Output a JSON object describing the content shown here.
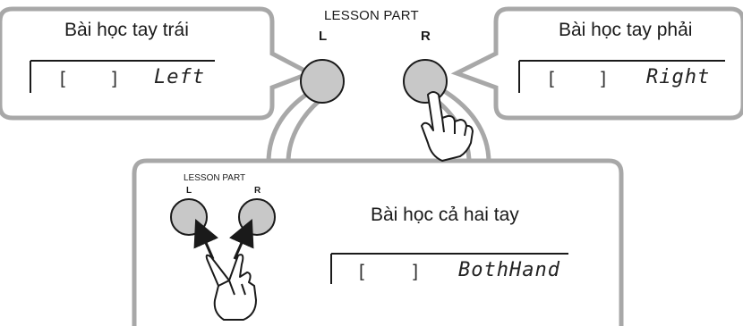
{
  "panel_header": {
    "title": "LESSON PART",
    "left_key": "L",
    "right_key": "R"
  },
  "left_callout": {
    "title": "Bài học tay trái",
    "display_open": "[",
    "display_close": "]",
    "display_text": "Left"
  },
  "right_callout": {
    "title": "Bài học tay phải",
    "display_open": "[",
    "display_close": "]",
    "display_text": "Right"
  },
  "both_callout": {
    "header_title": "LESSON PART",
    "left_key": "L",
    "right_key": "R",
    "title": "Bài học cả hai tay",
    "display_open": "[",
    "display_close": "]",
    "display_text": "BothHand"
  },
  "colors": {
    "outline": "#a8a8a8",
    "button_fill": "#c8c8c8",
    "button_stroke": "#1a1a1a",
    "text": "#1a1a1a"
  },
  "icons": [
    "left-lesson-button",
    "right-lesson-button",
    "pointing-hand-icon",
    "two-finger-hand-icon",
    "arrow-icon"
  ]
}
